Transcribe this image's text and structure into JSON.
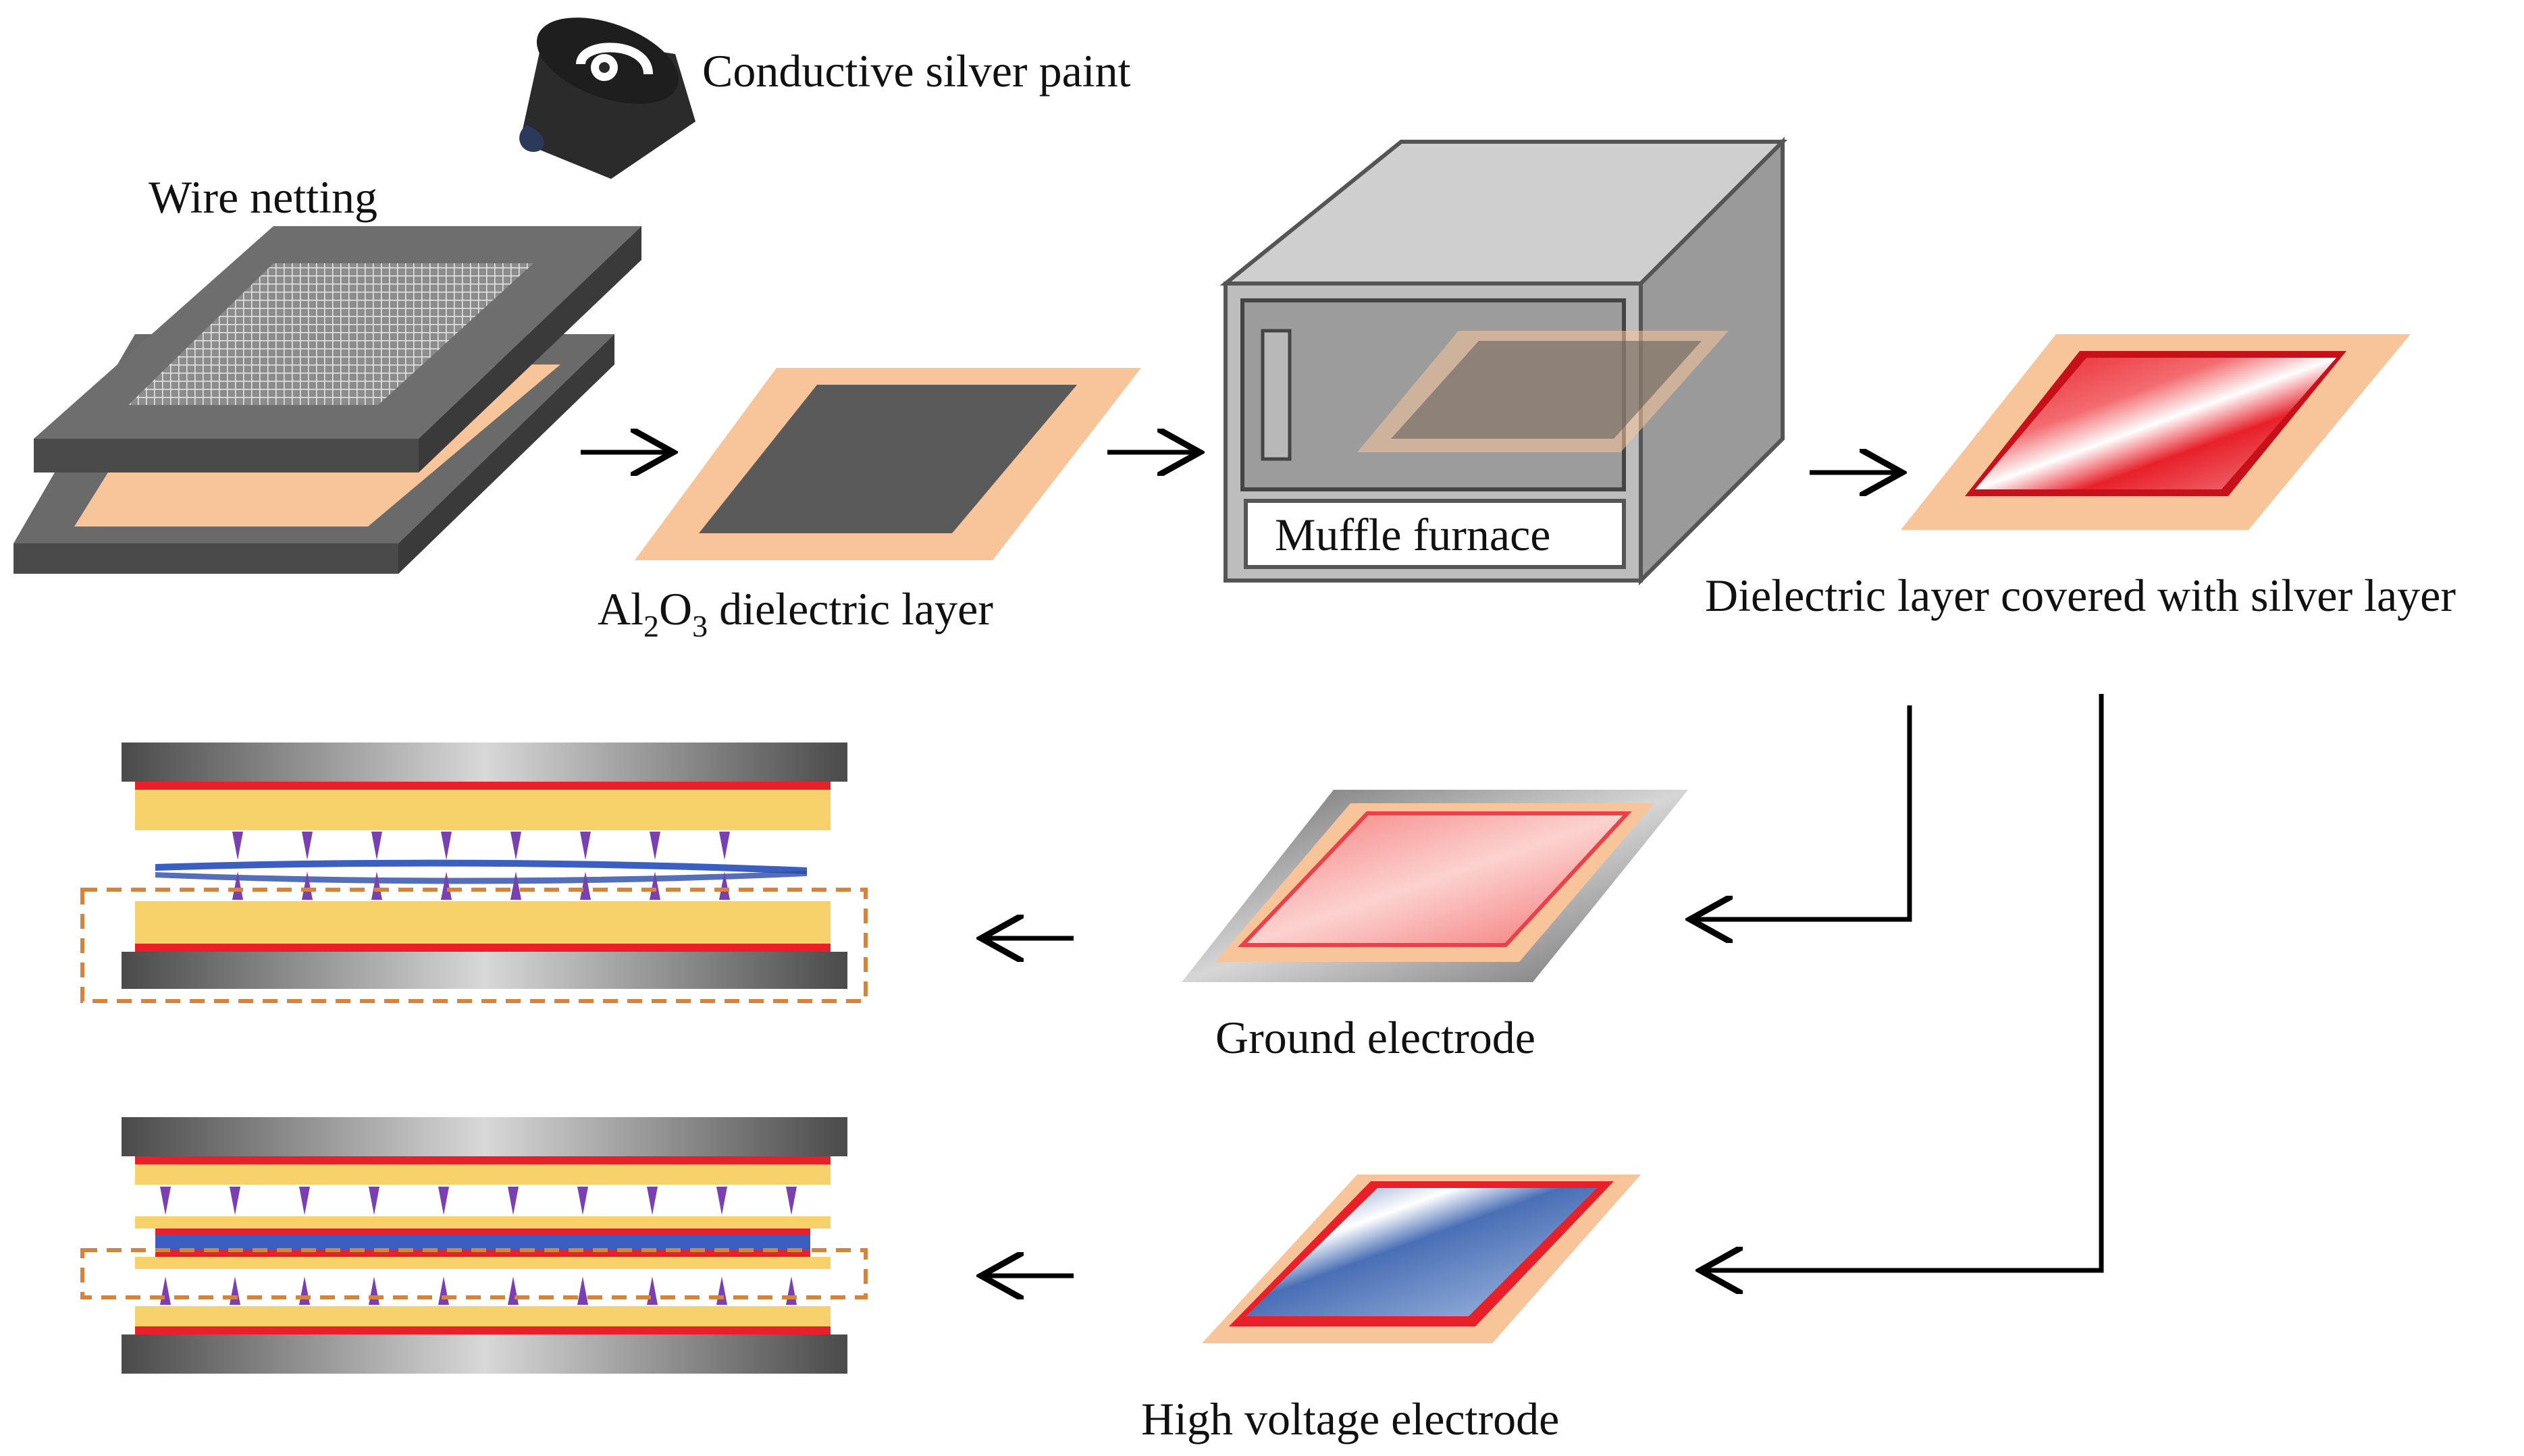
{
  "labels": {
    "conductive_silver_paint": "Conductive silver paint",
    "wire_netting": "Wire netting",
    "al2o3_prefix": "Al",
    "al2o3_sub1": "2",
    "al2o3_mid": "O",
    "al2o3_sub2": "3",
    "al2o3_suffix": " dielectric layer",
    "muffle_furnace": "Muffle furnace",
    "dielectric_silver": "Dielectric layer covered with silver layer",
    "ground_electrode": "Ground electrode",
    "high_voltage_electrode": "High voltage electrode"
  },
  "colors": {
    "frame_dark": "#555555",
    "frame_light": "#8a8a8a",
    "dielectric_peach": "#f8c49a",
    "silver_red": "#e8202a",
    "hv_blue": "#4a6fb5",
    "yellow_layer": "#f7d26a",
    "discharge_purple": "#7a3fb0",
    "dashed_orange": "#d9823a"
  }
}
